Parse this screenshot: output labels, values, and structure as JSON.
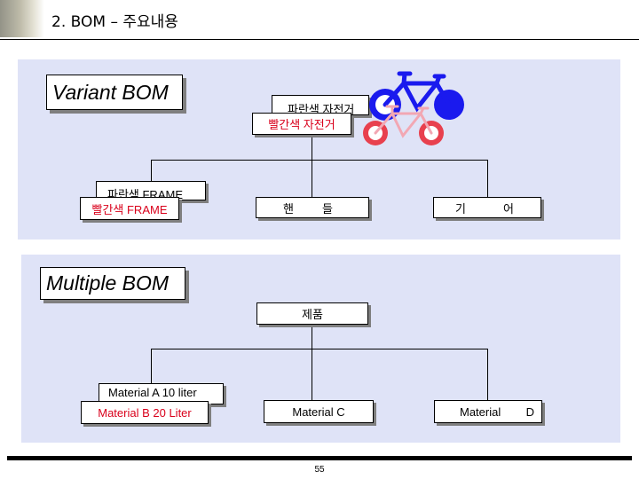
{
  "slide": {
    "title": "2. BOM – 주요내용",
    "page_number": "55"
  },
  "variant": {
    "heading": "Variant BOM",
    "top_back": "파란색 자전거",
    "top_front": "빨간색 자전거",
    "frame_back": "파란색 FRAME",
    "frame_front": "빨간색 FRAME",
    "handle_a": "핸",
    "handle_b": "들",
    "gear_a": "기",
    "gear_b": "어"
  },
  "multiple": {
    "heading": "Multiple BOM",
    "product": "제품",
    "mat_back": "Material A 10 liter",
    "mat_front": "Material B 20 Liter",
    "mat_c": "Material C",
    "mat_d_a": "Material",
    "mat_d_b": "D"
  },
  "colors": {
    "panel": "#dfe3f7",
    "blue_bike": "#1a1aee",
    "red_bike": "#e8404e",
    "red_text": "#d9001b"
  },
  "icons": [
    "blue-bicycle-icon",
    "red-bicycle-icon"
  ]
}
